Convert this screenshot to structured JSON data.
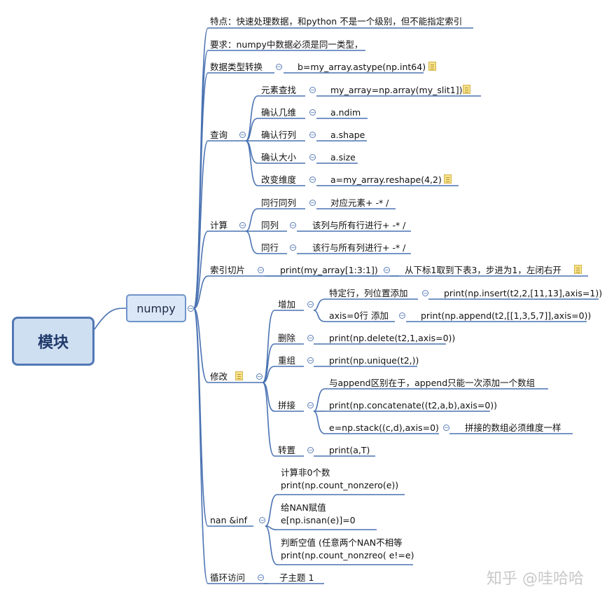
{
  "root": "模块",
  "main": "numpy",
  "watermark": "知乎 @哇哈哈",
  "topics": {
    "tedian": "特点：快速处理数据，和python 不是一个级别，但不能指定索引",
    "yaoqiu": "要求：numpy中数据必须是同一类型，",
    "leixing": {
      "label": "数据类型转换",
      "child": "b=my_array.astype(np.int64)"
    },
    "chaxun": {
      "label": "查询",
      "items": [
        {
          "label": "元素查找",
          "child": "my_array=np.array(my_slit1])"
        },
        {
          "label": "确认几维",
          "child": "a.ndim"
        },
        {
          "label": "确认行列",
          "child": "a.shape"
        },
        {
          "label": "确认大小",
          "child": "a.size"
        },
        {
          "label": "改变维度",
          "child": "a=my_array.reshape(4,2)"
        }
      ]
    },
    "jisuan": {
      "label": "计算",
      "items": [
        {
          "label": "同行同列",
          "child": "对应元素+ -* /"
        },
        {
          "label": "同列",
          "child": "该列与所有行进行+ -* /"
        },
        {
          "label": "同行",
          "child": "该行与所有列进行+ -* /"
        }
      ]
    },
    "suoyin": {
      "label": "索引切片",
      "child": "print(my_array[1:3:1])",
      "note": "从下标1取到下表3，步进为1，左闭右开"
    },
    "xiugai": {
      "label": "修改",
      "zengjia": {
        "label": "增加",
        "a1": "特定行，列位置添加",
        "a1c": "print(np.insert(t2,2,[11,13],axis=1))",
        "a2": "axis=0行 添加",
        "a2c": "print(np.append(t2,[[1,3,5,7]],axis=0))"
      },
      "shanchu": {
        "label": "删除",
        "child": "print(np.delete(t2,1,axis=0))"
      },
      "chongzu": {
        "label": "重组",
        "child": "print(np.unique(t2,))"
      },
      "pinjie": {
        "label": "拼接",
        "b1": "与append区别在于，append只能一次添加一个数组",
        "b2": "print(np.concatenate((t2,a,b),axis=0))",
        "b3": "e=np.stack((c,d),axis=0)",
        "b3c": "拼接的数组必须维度一样"
      },
      "zhuanzhi": {
        "label": "转置",
        "child": "print(a,T)"
      }
    },
    "naninf": {
      "label": "nan &inf",
      "n1": "计算非0个数\nprint(np.count_nonzero(e))",
      "n2": "给NAN赋值\ne[np.isnan(e)]=0",
      "n3": "判断空值 (任意两个NAN不相等\nprint(np.count_nonzreo( e!=e)"
    },
    "xunhuan": {
      "label": "循环访问",
      "child": "子主题 1"
    }
  }
}
